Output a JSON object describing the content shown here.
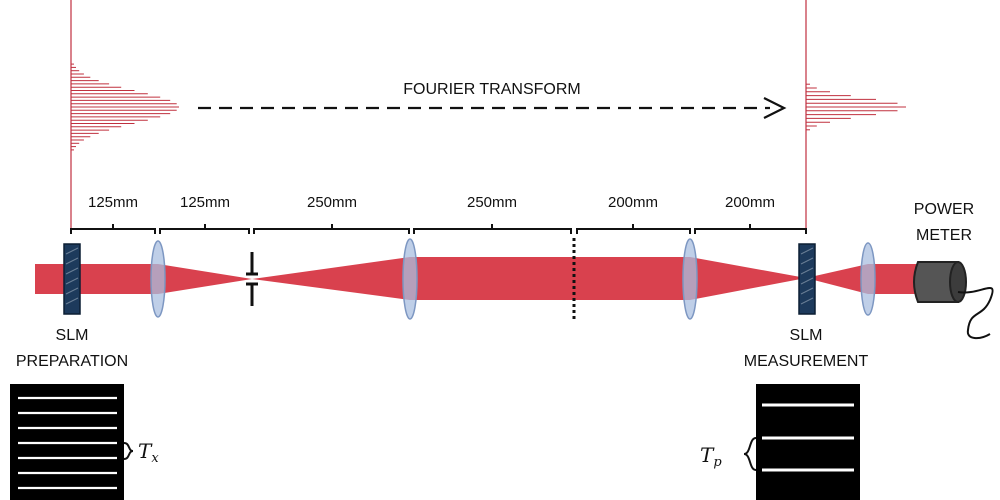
{
  "title": "FOURIER TRANSFORM",
  "distances": [
    "125mm",
    "125mm",
    "250mm",
    "250mm",
    "200mm",
    "200mm"
  ],
  "slm_prep": {
    "line1": "SLM",
    "line2": "PREPARATION"
  },
  "slm_meas": {
    "line1": "SLM",
    "line2": "MEASUREMENT"
  },
  "power_meter": {
    "line1": "POWER",
    "line2": "METER"
  },
  "period_x": "T",
  "period_x_sub": "x",
  "period_p": "T",
  "period_p_sub": "p",
  "colors": {
    "beam": "#d9414e",
    "spectrum": "#c0303f",
    "lens": "#a9bfe0",
    "slm": "#1d3a5c"
  },
  "icons": {
    "arrow": "dashed-arrow-icon",
    "lens": "lens-icon",
    "iris": "iris-icon",
    "detector": "power-meter-icon"
  }
}
